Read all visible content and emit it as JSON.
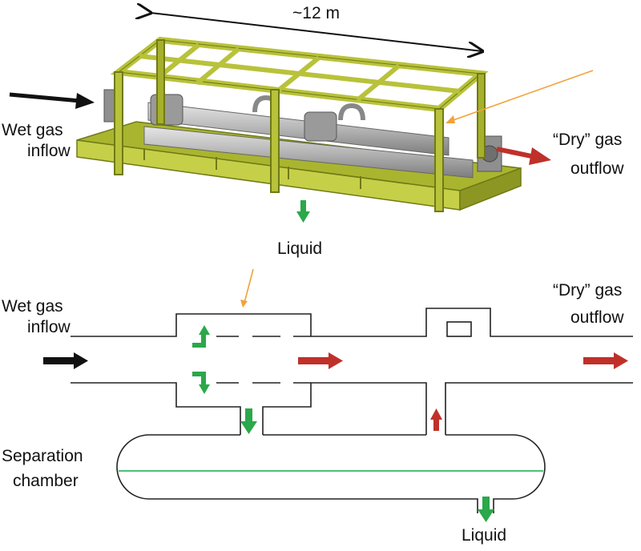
{
  "top": {
    "dimension_label": "~12 m",
    "inflow_label_line1": "Wet gas",
    "inflow_label_line2": "inflow",
    "outflow_label_line1": "“Dry” gas",
    "outflow_label_line2": "outflow",
    "liquid_label": "Liquid"
  },
  "bottom": {
    "inflow_label_line1": "Wet gas",
    "inflow_label_line2": "inflow",
    "outflow_label_line1": "“Dry” gas",
    "outflow_label_line2": "outflow",
    "chamber_label_line1": "Separation",
    "chamber_label_line2": "chamber",
    "liquid_label": "Liquid"
  },
  "colors": {
    "frame": "#b8c23a",
    "frame_dark": "#7f8a1c",
    "pipe": "#b9b9b9",
    "gas_arrow": "#c0302a",
    "liquid_arrow": "#2aa84a",
    "inflow_arrow": "#111111",
    "pointer": "#f2a23a",
    "liquid_line": "#4cc07a"
  }
}
